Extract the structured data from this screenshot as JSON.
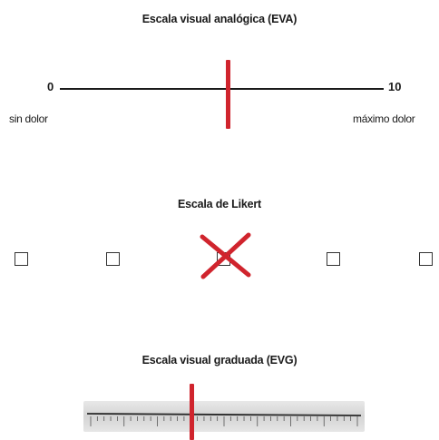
{
  "eva": {
    "title": "Escala visual analógica (EVA)",
    "min_value": "0",
    "max_value": "10",
    "min_label": "sin dolor",
    "max_label": "máximo dolor",
    "marked_fraction": 0.52
  },
  "likert": {
    "title": "Escala de Likert",
    "option_count": 5,
    "selected_index": 2
  },
  "evg": {
    "title": "Escala visual graduada (EVG)",
    "marked_fraction": 0.37
  },
  "colors": {
    "mark": "#d0242d",
    "line": "#1a1a1a"
  }
}
